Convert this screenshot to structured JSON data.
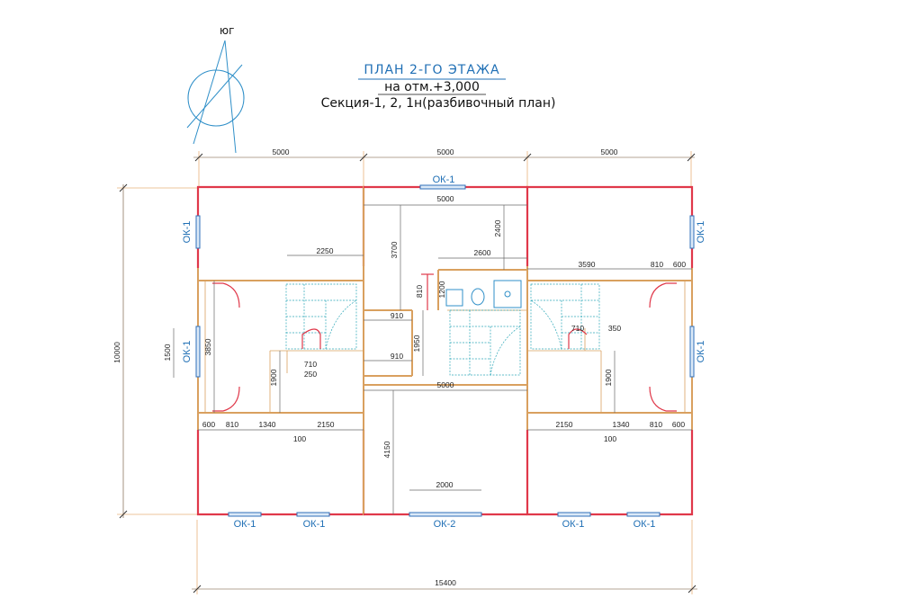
{
  "title": {
    "line1": "ПЛАН  2-ГО ЭТАЖА",
    "line2": "на отм.+3,000",
    "line3": "Секция-1, 2, 1н(разбивочный план)"
  },
  "compass": {
    "label": "юг"
  },
  "dimensions": {
    "top": [
      "5000",
      "5000",
      "5000"
    ],
    "overall_width": "15400",
    "overall_height": "10000",
    "middle_top": "5000",
    "middle_bottom": "5000",
    "v3700": "3700",
    "v2400": "2400",
    "h2600": "2600",
    "h3590": "3590",
    "r810": "810",
    "r600": "600",
    "l2250": "2250",
    "v3850": "3850",
    "v1500": "1500",
    "v1900_l": "1900",
    "v1900_r": "1900",
    "s710_l": "710",
    "s250": "250",
    "s710_r": "710",
    "s350": "350",
    "m910_a": "910",
    "m910_b": "910",
    "m1950": "1950",
    "m810": "810",
    "m1200": "1200",
    "v4150": "4150",
    "h2000": "2000",
    "b600_l": "600",
    "b810_l": "810",
    "b1340_l": "1340",
    "b2150_l": "2150",
    "b100_l": "100",
    "b2150_r": "2150",
    "b1340_r": "1340",
    "b810_r": "810",
    "b600_r": "600",
    "b100_r": "100"
  },
  "windows": {
    "top_mid": "ОК-1",
    "left_upper": "ОК-1",
    "left_mid": "ОК-1",
    "right_upper": "ОК-1",
    "right_mid": "ОК-1",
    "bottom_l1": "ОК-1",
    "bottom_l2": "ОК-1",
    "bottom_mid": "ОК-2",
    "bottom_r1": "ОК-1",
    "bottom_r2": "ОК-1"
  }
}
